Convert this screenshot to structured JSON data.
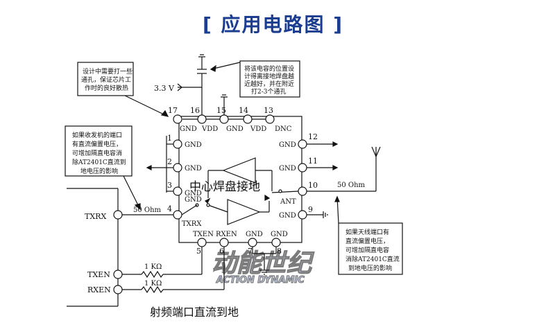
{
  "title": "[ 应用电路图 ]",
  "supply": "3.3 V",
  "notes": {
    "via": [
      "设计中需要打一些",
      "通孔，保证芯片工",
      "作时的良好散热"
    ],
    "cap": [
      "将该电容的位置设",
      "计得离接地焊盘越",
      "近越好，并在附近",
      "打2-3个通孔"
    ],
    "transceiver": [
      "如果收发机的端口",
      "有直流偏置电压，",
      "可增加隔直电容消",
      "除AT2401C直流到",
      "地电压的影响"
    ],
    "antenna": [
      "如果天线端口有",
      "直流偏置电压，",
      "可增加隔直电容",
      "消除AT2401C直流",
      "到地电压的影响"
    ]
  },
  "top_pins": [
    {
      "num": "17",
      "name": "GND"
    },
    {
      "num": "16",
      "name": "VDD"
    },
    {
      "num": "15",
      "name": "GND"
    },
    {
      "num": "14",
      "name": "VDD"
    },
    {
      "num": "13",
      "name": "DNC"
    }
  ],
  "left_pins": [
    {
      "num": "1",
      "name": "GND"
    },
    {
      "num": "2",
      "name": "GND"
    },
    {
      "num": "3",
      "name": "GND"
    },
    {
      "num": "4",
      "name": "TXRX"
    }
  ],
  "right_pins": [
    {
      "num": "12",
      "name": "GND"
    },
    {
      "num": "11",
      "name": "GND"
    },
    {
      "num": "10",
      "name": "ANT"
    },
    {
      "num": "9",
      "name": "GND"
    }
  ],
  "bottom_pins": [
    {
      "num": "5",
      "name": "TXEN"
    },
    {
      "num": "6",
      "name": "RXEN"
    },
    {
      "num": "7",
      "name": "GND"
    },
    {
      "num": "8",
      "name": "GND"
    }
  ],
  "center_label": "中心焊盘接地",
  "inner_gnd": "GND",
  "txrx_net": "TXRX",
  "txen_net": "TXEN",
  "rxen_net": "RXEN",
  "impedance_left": "50 Ohm",
  "impedance_right": "50 Ohm",
  "resistor1": "1 KΩ",
  "resistor2": "1 KΩ",
  "rf_note": "射频端口直流到地",
  "watermark_cn": "动能世纪",
  "watermark_en": "ACTION DYNAMIC",
  "colors": {
    "title": "#1a3d8f",
    "watermark": "#8fa6d6"
  }
}
